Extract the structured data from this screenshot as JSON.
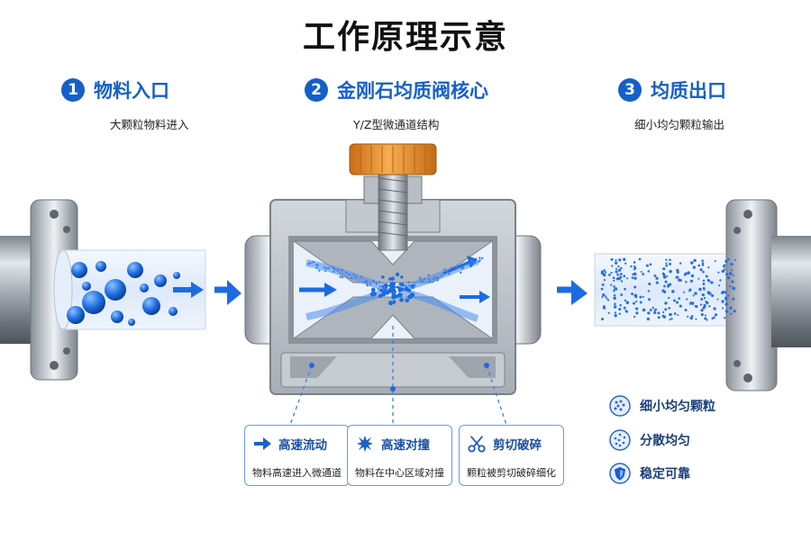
{
  "title": "工作原理示意",
  "steps": [
    {
      "num": "1",
      "label": "物料入口",
      "sub": "大颗粒物料进入"
    },
    {
      "num": "2",
      "label": "金刚石均质阀核心",
      "sub": "Y/Z型微通道结构"
    },
    {
      "num": "3",
      "label": "均质出口",
      "sub": "细小均匀颗粒输出"
    }
  ],
  "cards": [
    {
      "icon": "arrow-right-icon",
      "title": "高速流动",
      "desc": "物料高速进入微通道"
    },
    {
      "icon": "burst-icon",
      "title": "高速对撞",
      "desc": "物料在中心区域对撞"
    },
    {
      "icon": "scissors-icon",
      "title": "剪切破碎",
      "desc": "颗粒被剪切破碎细化"
    }
  ],
  "features": [
    {
      "icon": "dotted-circle-icon",
      "label": "细小均匀颗粒"
    },
    {
      "icon": "scatter-circle-icon",
      "label": "分散均匀"
    },
    {
      "icon": "shield-icon",
      "label": "稳定可靠"
    }
  ],
  "colors": {
    "accent": "#1560c8",
    "knob": "#e8922a",
    "steel": "#b9bfc6",
    "fluid": "#d7e6fb"
  }
}
